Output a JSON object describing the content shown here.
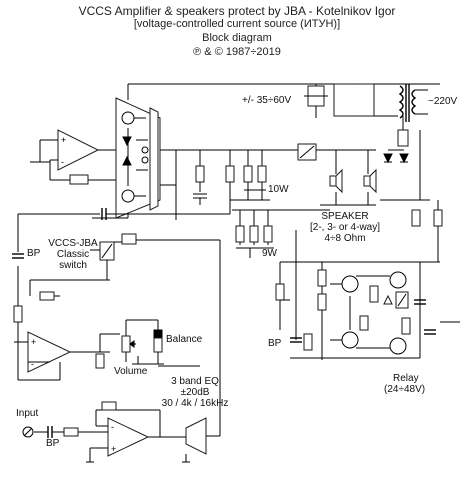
{
  "header": {
    "title": "VCCS Amplifier & speakers protect by JBA - Kotelnikov Igor",
    "subtitle": "[voltage-controlled current source (ИТУН)]",
    "diagram_type": "Block diagram",
    "copyright": "℗ & © 1987÷2019"
  },
  "power": {
    "supply_label": "+/- 35÷60V",
    "mains_label": "~220V"
  },
  "output_stage": {
    "resistor_10w": "10W",
    "resistor_9w": "9W"
  },
  "speaker": {
    "title": "SPEAKER",
    "ways": "[2-, 3- or 4-way]",
    "impedance": "4÷8 Ohm"
  },
  "switch": {
    "line1": "VCCS-JBA",
    "line2": "Classic",
    "line3": "switch"
  },
  "bp_labels": {
    "upper": "BP",
    "relay": "BP",
    "input": "BP"
  },
  "controls": {
    "volume": "Volume",
    "balance": "Balance"
  },
  "eq": {
    "line1": "3 band EQ",
    "line2": "±20dB",
    "line3": "30 / 4k / 16kHz"
  },
  "input": {
    "label": "Input"
  },
  "relay": {
    "label": "Relay",
    "range": "(24÷48V)"
  }
}
